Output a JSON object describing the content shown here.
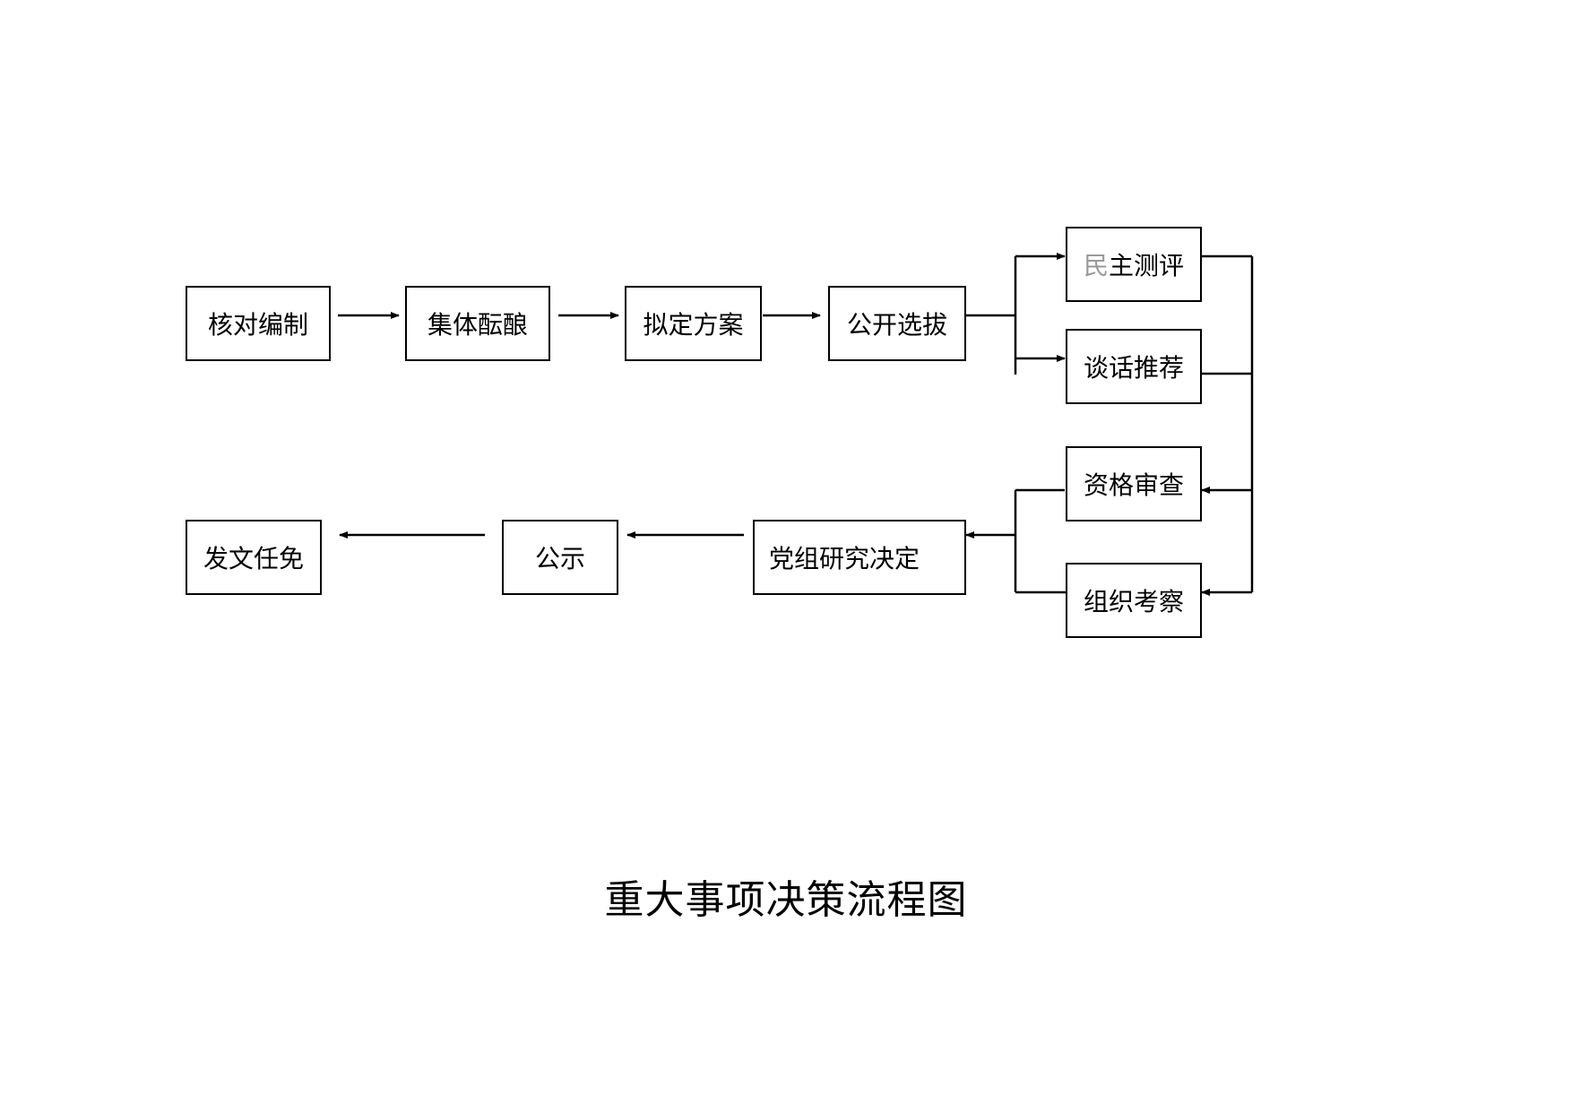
{
  "nodes": {
    "verify": "核对编制",
    "deliberate": "集体酝酿",
    "draft": "拟定方案",
    "open_select": "公开选拔",
    "democratic_eval_first": "民",
    "democratic_eval_rest": "主测评",
    "talk_recommend": "谈话推荐",
    "qualification": "资格审查",
    "inspection": "组织考察",
    "party_decision": "党组研究决定",
    "publicity": "公示",
    "appointment": "发文任免"
  },
  "title": "重大事项决策流程图"
}
